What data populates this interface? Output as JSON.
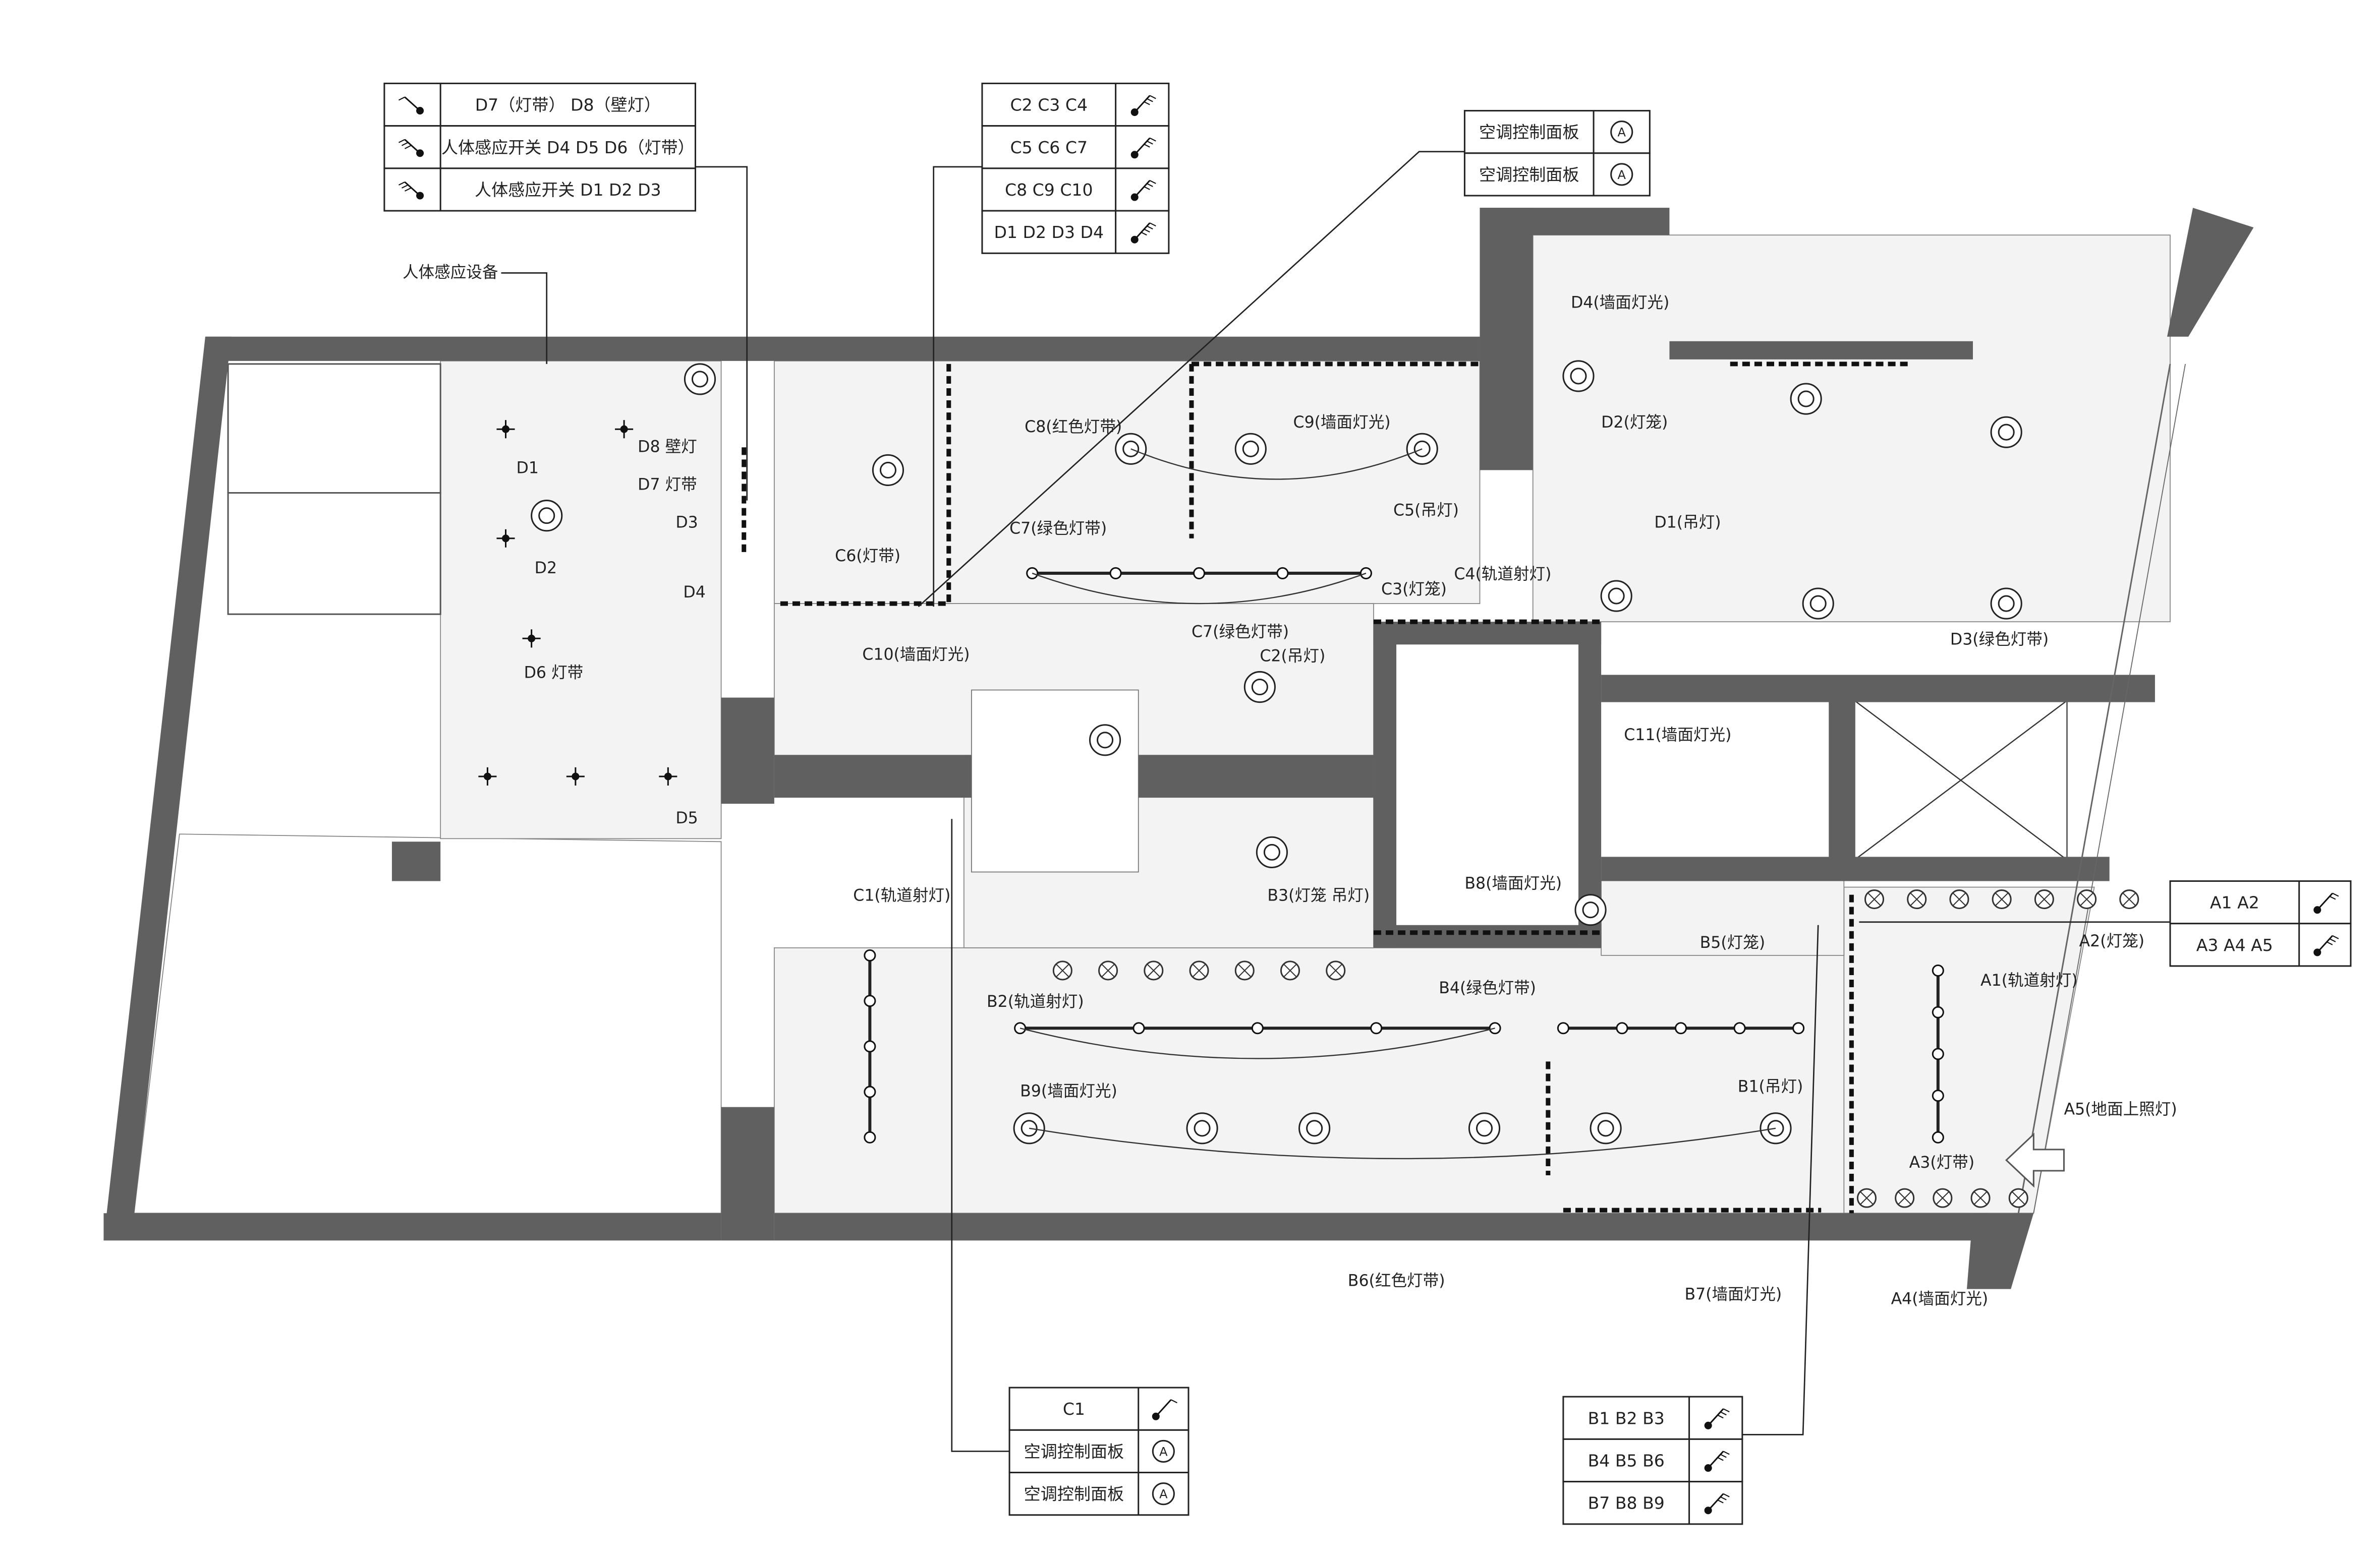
{
  "title": "Lighting switch control plan",
  "colors": {
    "wall": "#606060",
    "room": "#f3f3f3",
    "line": "#222222"
  },
  "tables": {
    "t1": {
      "rows": [
        {
          "label": "D7（灯带） D8（壁灯）",
          "icon": "switch-single-icon"
        },
        {
          "label": "人体感应开关 D4 D5  D6（灯带）",
          "icon": "switch-triple-icon"
        },
        {
          "label": "人体感应开关 D1 D2 D3",
          "icon": "switch-triple-icon"
        }
      ]
    },
    "t2": {
      "rows": [
        {
          "label": "C2 C3 C4",
          "icon": "switch-triple-icon"
        },
        {
          "label": "C5 C6 C7",
          "icon": "switch-triple-icon"
        },
        {
          "label": "C8 C9 C10",
          "icon": "switch-triple-icon"
        },
        {
          "label": "D1 D2 D3 D4",
          "icon": "switch-quad-icon"
        }
      ]
    },
    "t3": {
      "rows": [
        {
          "label": "空调控制面板",
          "symbol": "A"
        },
        {
          "label": "空调控制面板",
          "symbol": "A"
        }
      ]
    },
    "t4": {
      "rows": [
        {
          "label": "A1  A2",
          "icon": "switch-double-icon"
        },
        {
          "label": "A3  A4  A5",
          "icon": "switch-triple-icon"
        }
      ]
    },
    "t5": {
      "rows": [
        {
          "label": "C1",
          "icon": "switch-single-icon"
        },
        {
          "label": "空调控制面板",
          "symbol": "A"
        },
        {
          "label": "空调控制面板",
          "symbol": "A"
        }
      ]
    },
    "t6": {
      "rows": [
        {
          "label": "B1  B2  B3",
          "icon": "switch-triple-icon"
        },
        {
          "label": "B4  B5  B6",
          "icon": "switch-triple-icon"
        },
        {
          "label": "B7  B8  B9",
          "icon": "switch-triple-icon"
        }
      ]
    }
  },
  "labels": {
    "sensor_device": "人体感应设备",
    "d1": "D1",
    "d2": "D2",
    "d3": "D3",
    "d4": "D4",
    "d5": "D5",
    "d6": "D6 灯带",
    "d7": "D7 灯带",
    "d8": "D8 壁灯",
    "c6": "C6(灯带)",
    "c8": "C8(红色灯带)",
    "c9": "C9(墙面灯光)",
    "c5": "C5(吊灯)",
    "c7a": "C7(绿色灯带)",
    "c7b": "C7(绿色灯带)",
    "c3": "C3(灯笼)",
    "c4": "C4(轨道射灯)",
    "c10": "C10(墙面灯光)",
    "c2": "C2(吊灯)",
    "c11": "C11(墙面灯光)",
    "d4wall": "D4(墙面灯光)",
    "d2lantern": "D2(灯笼)",
    "d1pendant": "D1(吊灯)",
    "d3green": "D3(绿色灯带)",
    "c1": "C1(轨道射灯)",
    "b2": "B2(轨道射灯)",
    "b3": "B3(灯笼 吊灯)",
    "b8": "B8(墙面灯光)",
    "b4": "B4(绿色灯带)",
    "b5": "B5(灯笼)",
    "b9": "B9(墙面灯光)",
    "b1": "B1(吊灯)",
    "b6": "B6(红色灯带)",
    "b7": "B7(墙面灯光)",
    "a4": "A4(墙面灯光)",
    "a3": "A3(灯带)",
    "a5": "A5(地面上照灯)",
    "a1": "A1(轨道射灯)",
    "a2": "A2(灯笼)"
  }
}
